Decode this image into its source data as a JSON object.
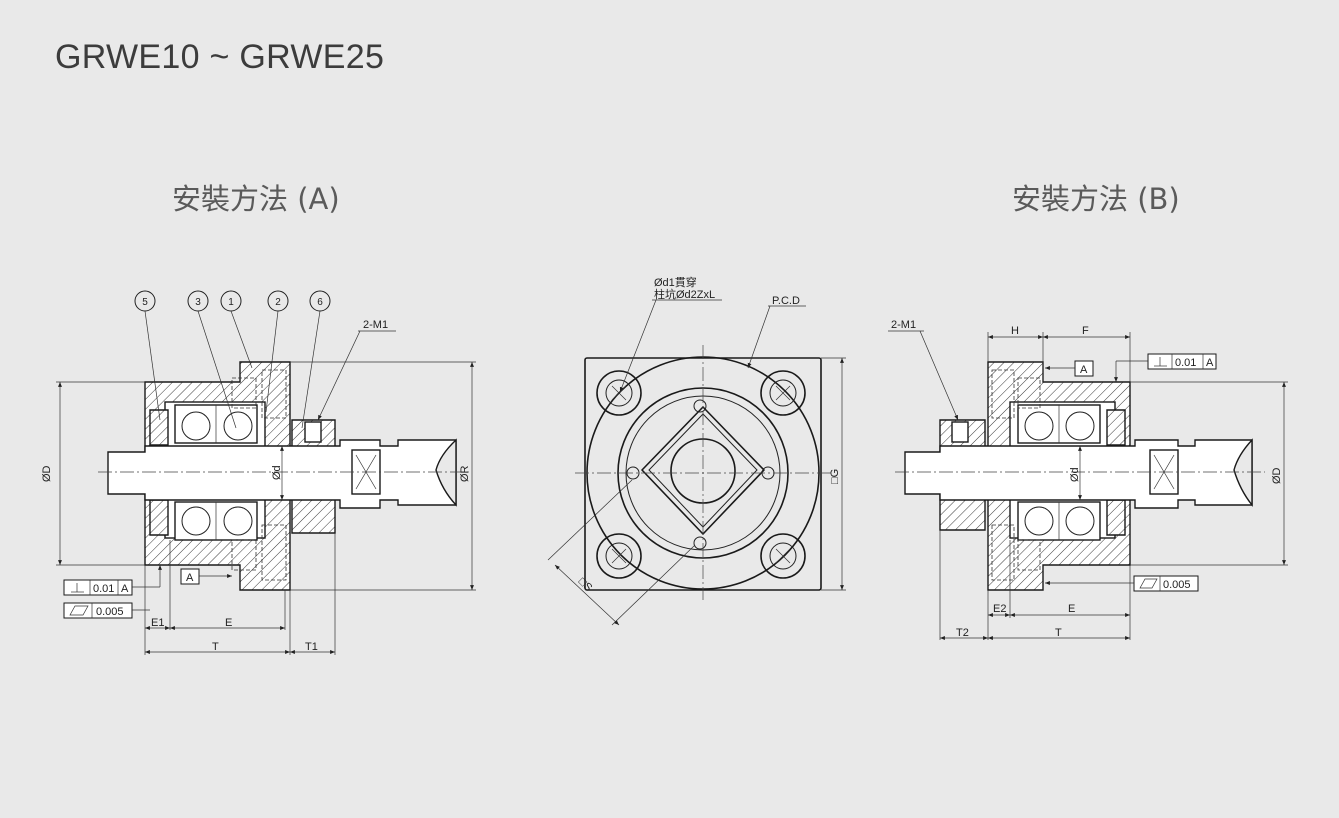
{
  "header": {
    "title": "GRWE10 ~ GRWE25",
    "method_a": "安裝方法 (A)",
    "method_b": "安裝方法 (B)"
  },
  "view_a": {
    "balloons": [
      "5",
      "3",
      "1",
      "2",
      "6"
    ],
    "callout_thread": "2-M1",
    "dims": {
      "outer_dia": "ØD",
      "shaft_dia": "Ød",
      "bore_dia": "ØR",
      "e1": "E1",
      "e": "E",
      "t": "T",
      "t1": "T1"
    },
    "tolerances": {
      "perpendicularity_value": "0.01",
      "datum": "A",
      "flatness_value": "0.005",
      "datum_flag": "A"
    }
  },
  "front_view": {
    "hole_note_line1": "Ød1貫穿",
    "hole_note_line2": "柱坑Ød2ZxL",
    "pcd": "P.C.D",
    "square_g": "□G",
    "square_s": "□S"
  },
  "view_b": {
    "callout_thread": "2-M1",
    "dims": {
      "h": "H",
      "f": "F",
      "shaft_dia": "Ød",
      "outer_dia": "ØD",
      "e2": "E2",
      "e": "E",
      "t2": "T2",
      "t": "T"
    },
    "tolerances": {
      "datum_flag": "A",
      "perpendicularity_value": "0.01",
      "datum": "A",
      "flatness_value": "0.005"
    }
  },
  "colors": {
    "background": "#e9e9e9",
    "line": "#222222",
    "title": "#3c3c3c"
  }
}
